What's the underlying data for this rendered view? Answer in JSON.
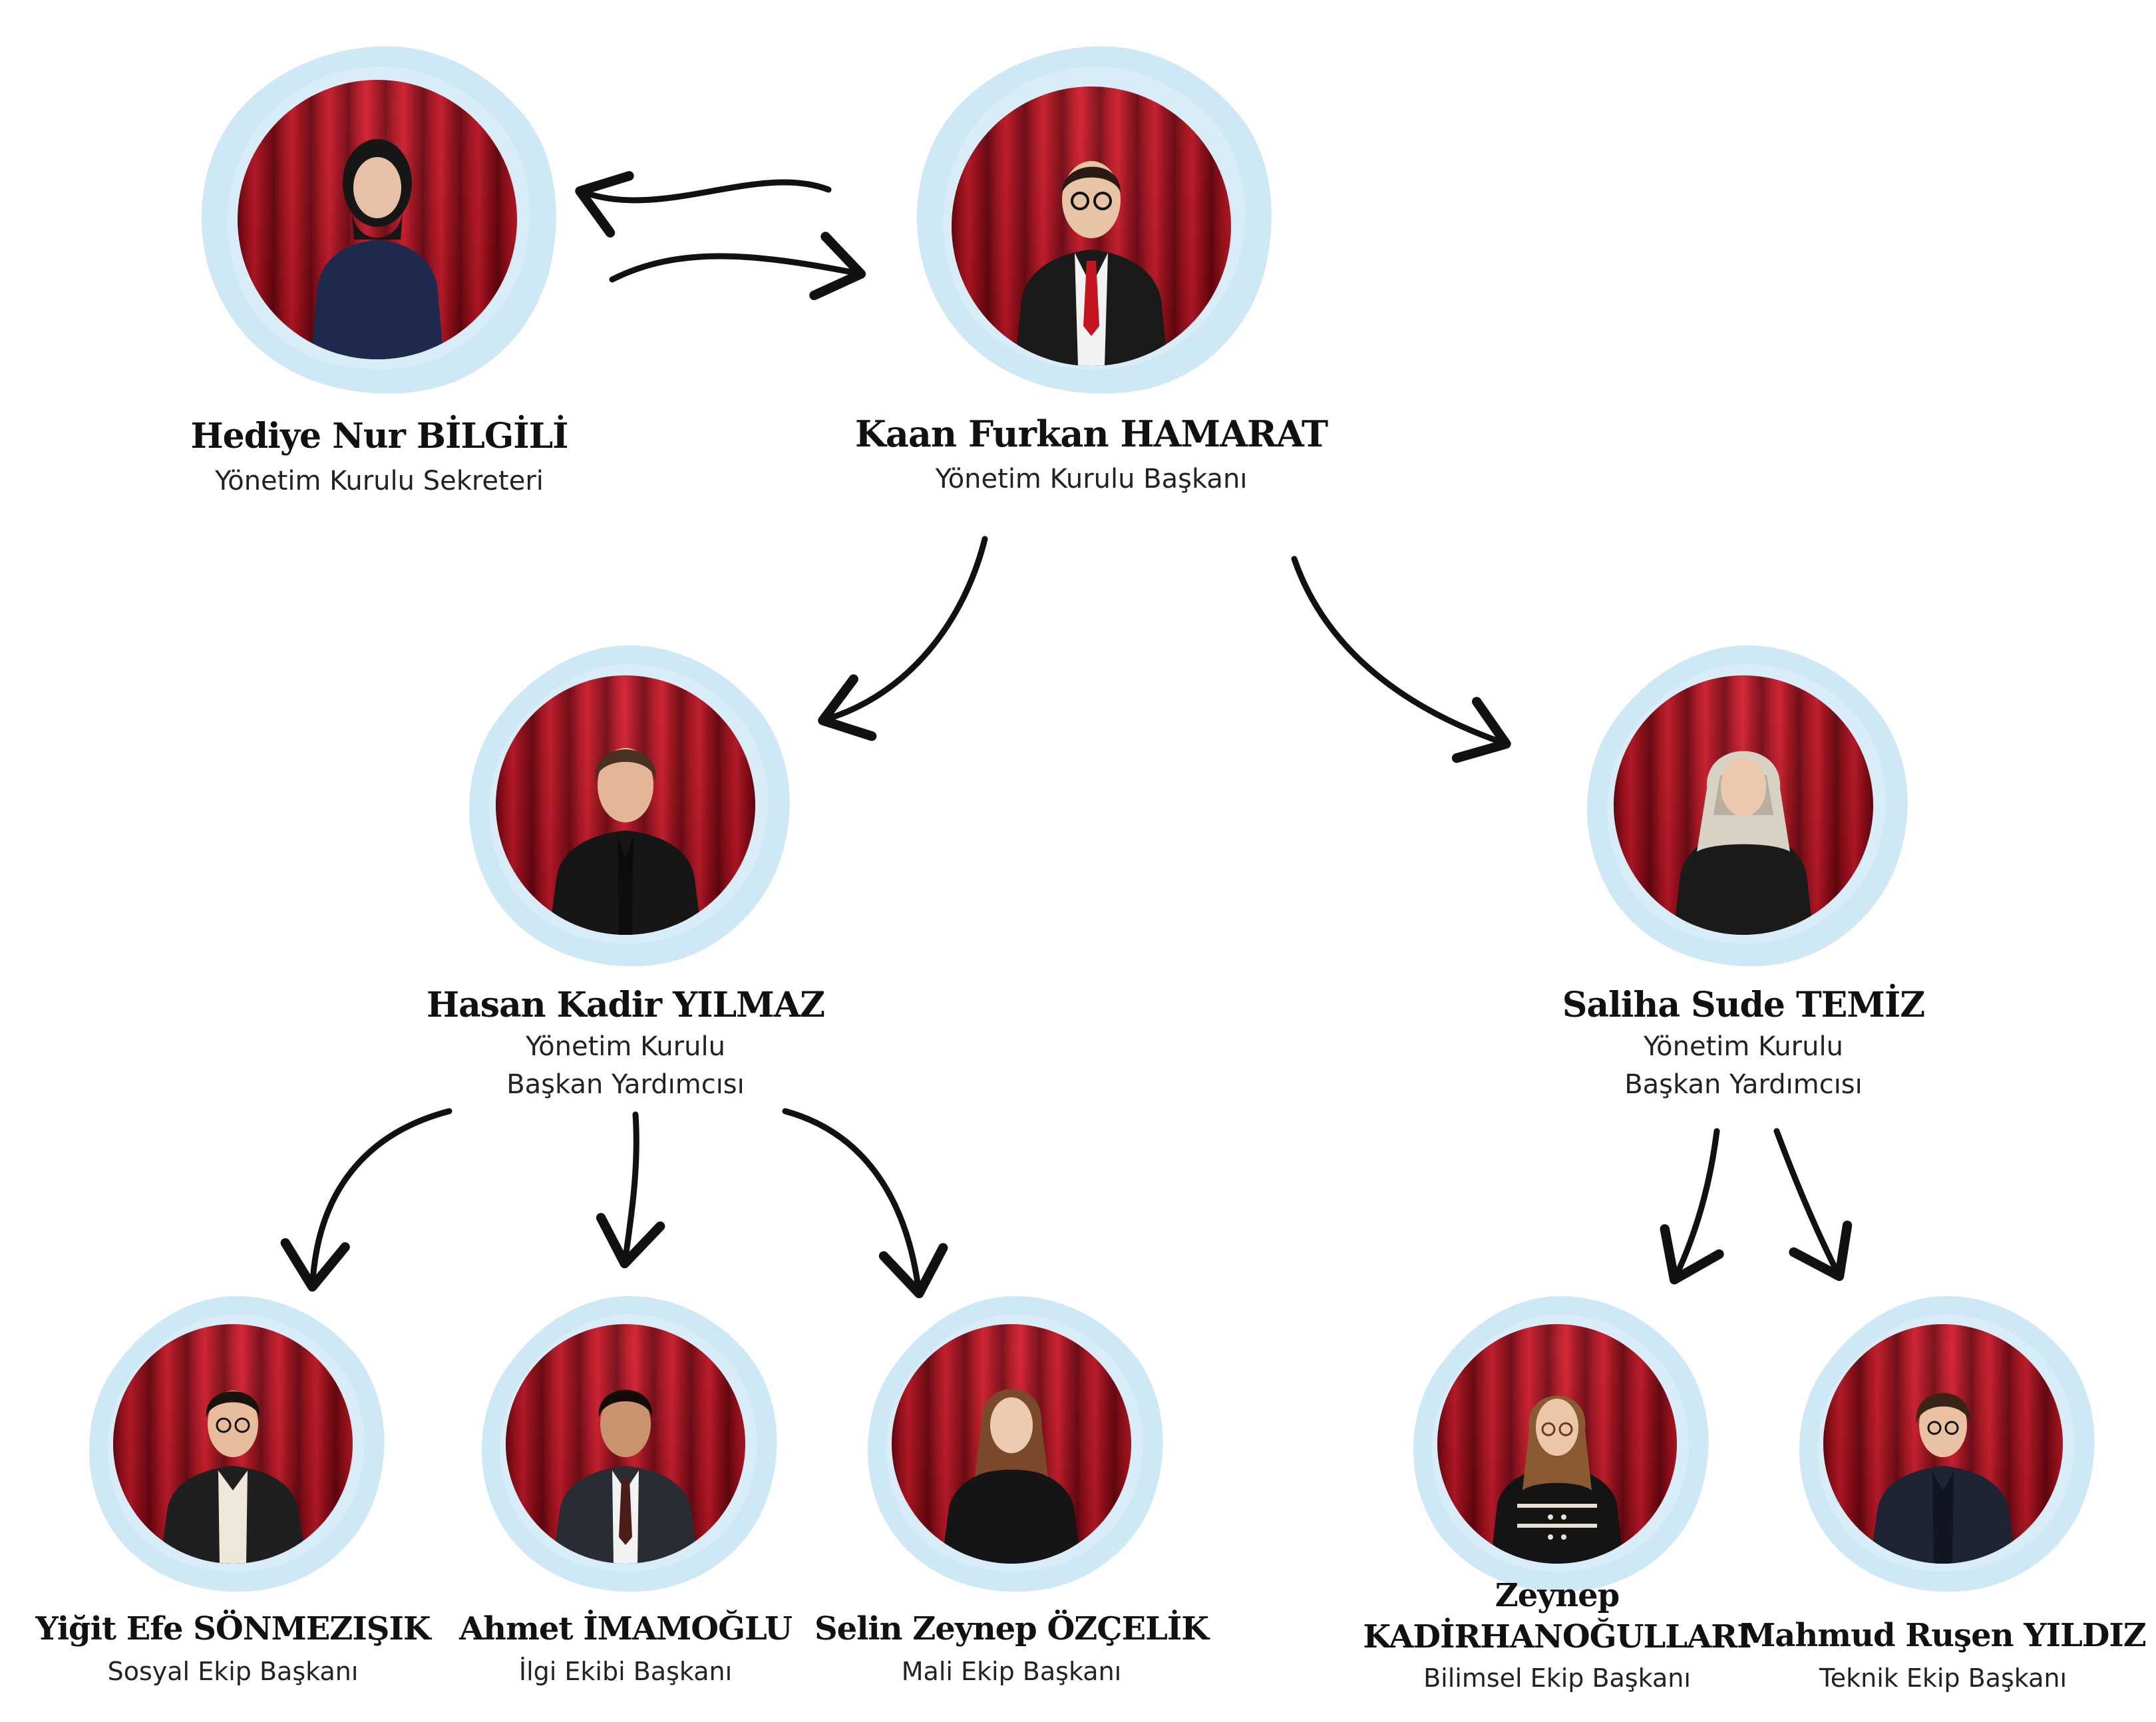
{
  "members": {
    "hediye": {
      "name": "Hediye Nur BİLGİLİ",
      "role": "Yönetim Kurulu Sekreteri"
    },
    "kaan": {
      "name": "Kaan Furkan HAMARAT",
      "role": "Yönetim Kurulu Başkanı"
    },
    "hasan": {
      "name": "Hasan Kadir YILMAZ",
      "role_line1": "Yönetim Kurulu",
      "role_line2": "Başkan Yardımcısı"
    },
    "saliha": {
      "name": "Saliha Sude TEMİZ",
      "role_line1": "Yönetim Kurulu",
      "role_line2": "Başkan Yardımcısı"
    },
    "yigit": {
      "name": "Yiğit Efe SÖNMEZIŞIK",
      "role": "Sosyal Ekip Başkanı"
    },
    "ahmet": {
      "name": "Ahmet İMAMOĞLU",
      "role": "İlgi Ekibi Başkanı"
    },
    "selin": {
      "name": "Selin Zeynep ÖZÇELİK",
      "role": "Mali Ekip Başkanı"
    },
    "zeynep": {
      "name_line1": "Zeynep",
      "name_line2": "KADİRHANOĞULLARI",
      "role": "Bilimsel Ekip Başkanı"
    },
    "mahmud": {
      "name": "Mahmud Ruşen YILDIZ",
      "role": "Teknik Ekip Başkanı"
    }
  },
  "colors": {
    "curtain": "#c0121f",
    "splash": "#bfe0f2",
    "arrow": "#111111"
  }
}
